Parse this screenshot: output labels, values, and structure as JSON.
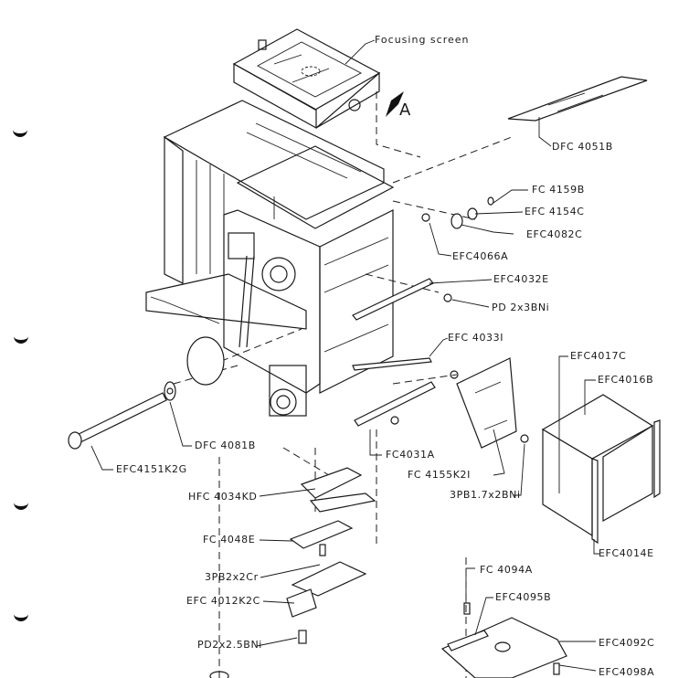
{
  "diagram": {
    "type": "exploded-parts-view",
    "view_marker": "A",
    "labels": {
      "focusing_screen": "Focusing screen",
      "dfc4051b": "DFC 4051B",
      "fc4159b": "FC 4159B",
      "efc4154c": "EFC 4154C",
      "efc4082c": "EFC4082C",
      "efc4066a": "EFC4066A",
      "efc4032e": "EFC4032E",
      "pd2x3bni": "PD 2x3BNi",
      "efc4033i": "EFC 4033I",
      "efc4017c": "EFC4017C",
      "efc4016b": "EFC4016B",
      "fc4031a": "FC4031A",
      "fc4155k2i": "FC 4155K2I",
      "pb17x2bni": "3PB1.7x2BNi",
      "dfc4081b": "DFC 4081B",
      "efc4151k2g": "EFC4151K2G",
      "hfc4034kd": "HFC 4034KD",
      "fc4048e": "FC 4048E",
      "pb2x2cr": "3PB2x2Cr",
      "efc4012k2c": "EFC 4012K2C",
      "pd2x25bni": "PD2x2.5BNi",
      "efc4014e": "EFC4014E",
      "fc4094a": "FC 4094A",
      "efc4095b": "EFC4095B",
      "efc4092c": "EFC4092C",
      "efc4098a": "EFC4098A"
    }
  }
}
